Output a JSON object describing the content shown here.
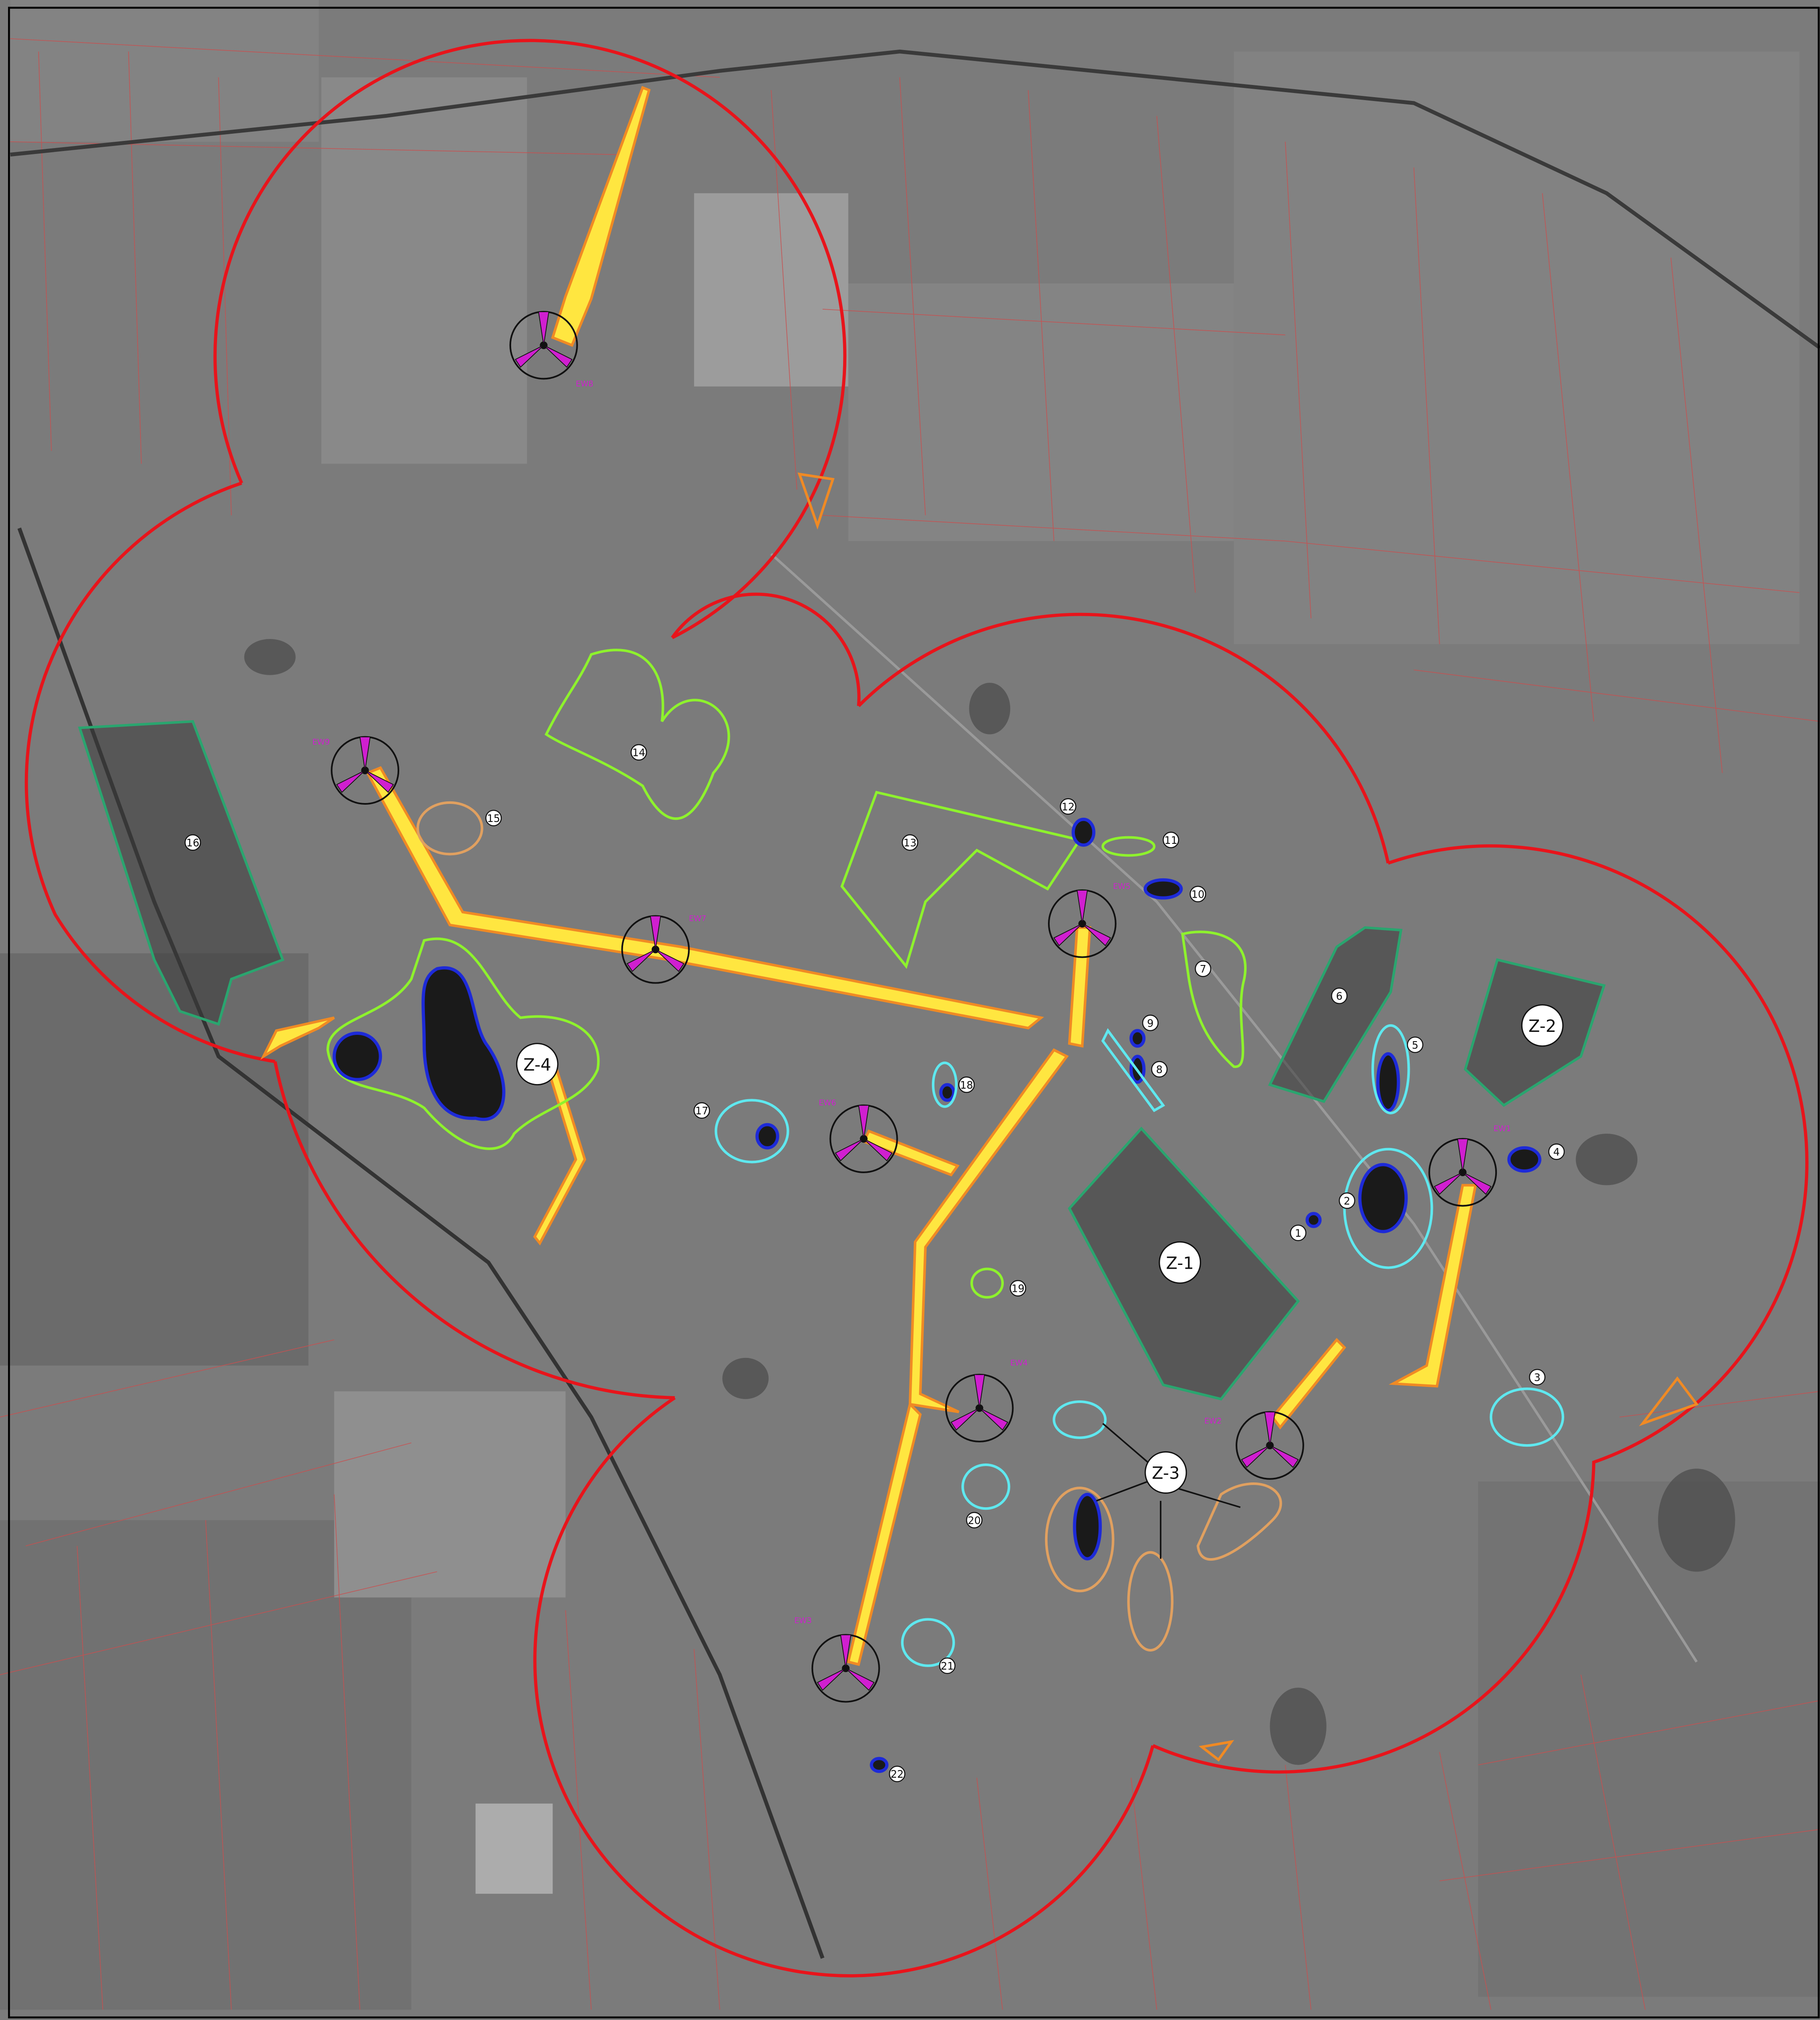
{
  "colors": {
    "buffer": "#e8141b",
    "road": "#f08a24",
    "road_fill": "#ffe640",
    "water": "#1d2ad8",
    "wetland": "#5fe8ef",
    "forest_green": "#8ef22d",
    "forest_teal": "#2aa56f",
    "sand": "#e0a060",
    "turbine": "#d01fd0"
  },
  "turbines": [
    {
      "id": "t1",
      "code": "EW8"
    },
    {
      "id": "t2",
      "code": "EW9"
    },
    {
      "id": "t3",
      "code": "EW7"
    },
    {
      "id": "t4",
      "code": "EW5"
    },
    {
      "id": "t5",
      "code": "EW6"
    },
    {
      "id": "t6",
      "code": "EW1"
    },
    {
      "id": "t7",
      "code": "EW4"
    },
    {
      "id": "t8",
      "code": "EW2"
    },
    {
      "id": "t9",
      "code": "EW3"
    }
  ],
  "zones": [
    "Z-1",
    "Z-2",
    "Z-3",
    "Z-4"
  ],
  "areas": [
    "1",
    "2",
    "3",
    "4",
    "5",
    "6",
    "7",
    "8",
    "9",
    "10",
    "11",
    "12",
    "13",
    "14",
    "15",
    "16",
    "17",
    "18",
    "19",
    "20",
    "21",
    "22"
  ],
  "icons": {
    "turbine": "wind-turbine-icon"
  }
}
